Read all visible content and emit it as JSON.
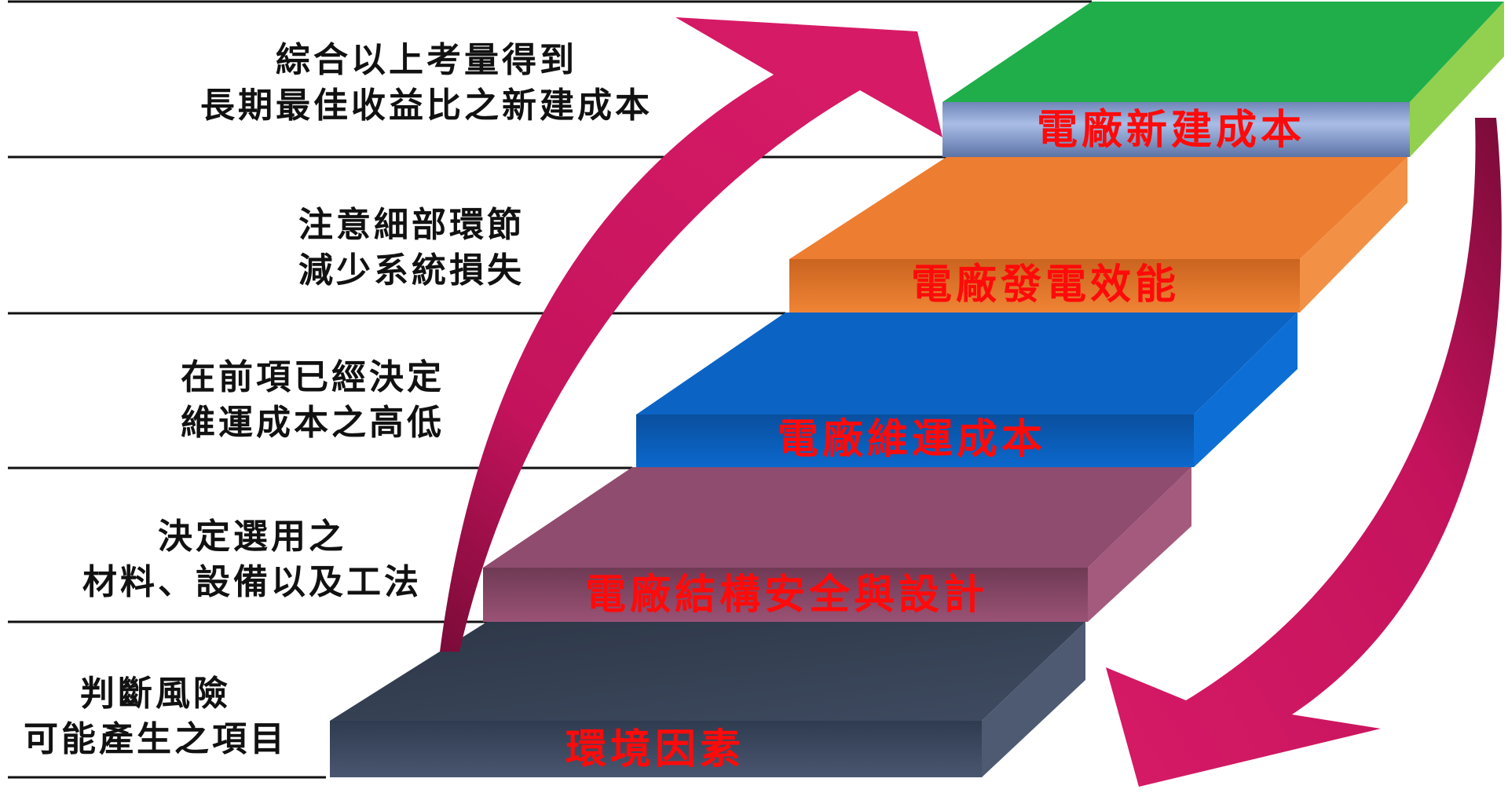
{
  "colors": {
    "step_label": "#ff0a0a",
    "arrow": "#cc1460",
    "divider": "#111111",
    "step_environment": "#3d4a60",
    "step_structure": "#8e4868",
    "step_operation": "#0a62c2",
    "step_efficiency": "#ed7d31",
    "step_construction_top": "#1fae4a",
    "step_construction_front": "#8faadc"
  },
  "steps": [
    {
      "label": "環境因素"
    },
    {
      "label": "電廠結構安全與設計"
    },
    {
      "label": "電廠維運成本"
    },
    {
      "label": "電廠發電效能"
    },
    {
      "label": "電廠新建成本"
    }
  ],
  "descriptions": [
    {
      "line1": "判斷風險",
      "line2": "可能產生之項目"
    },
    {
      "line1": "決定選用之",
      "line2": "材料、設備以及工法"
    },
    {
      "line1": "在前項已經決定",
      "line2": "維運成本之高低"
    },
    {
      "line1": "注意細部環節",
      "line2": "減少系統損失"
    },
    {
      "line1": "綜合以上考量得到",
      "line2": "長期最佳收益比之新建成本"
    }
  ]
}
